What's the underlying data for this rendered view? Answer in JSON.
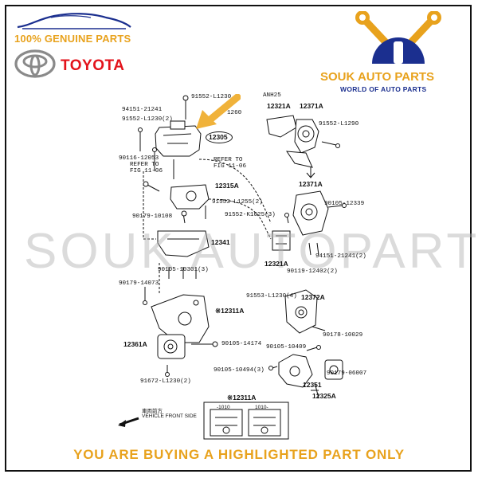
{
  "branding": {
    "genuine_text": "100% GENUINE PARTS",
    "toyota_text": "TOYOTA",
    "store_name": "SOUK AUTO PARTS",
    "store_tagline": "WORLD OF AUTO PARTS",
    "watermark": "SOUK AUTOPARTS"
  },
  "footer": {
    "text": "YOU ARE BUYING A HIGHLIGHTED PART ONLY"
  },
  "colors": {
    "gold": "#e8a21d",
    "red": "#e3131b",
    "navy": "#1b2f8f",
    "arrow": "#f0b23a"
  },
  "icons": [
    "car-silhouette-icon",
    "toyota-logo-icon",
    "wrench-logo-icon",
    "highlight-arrow-icon",
    "vehicle-front-arrow-icon"
  ],
  "labels": {
    "p91552_l1230": "91552-L1230",
    "p94151_21241": "94151-21241",
    "p91552_l1230_2": "91552-L1230(2)",
    "p_1260": "1260",
    "p12305": "12305",
    "p90116_12053": "90116-12053",
    "refer_to_1": "REFER TO",
    "fig_1": "FIG 11-06",
    "refer_to_2": "REFER TO",
    "fig_2": "FIG 11-06",
    "p12315a": "12315A",
    "p91553_l1255_2": "91553-L1255(2)",
    "p91552_k1025_3": "91552-K1025(3)",
    "p90179_10108": "90179-10108",
    "p12341": "12341",
    "p90105_10301_3": "90105-10301(3)",
    "p90179_14073": "90179-14073",
    "p12311a": "※12311A",
    "p12361a": "12361A",
    "p90105_14174": "90105-14174",
    "p91672_l1230_2": "91672-L1230(2)",
    "anh25": "ANH25",
    "p12321a_top": "12321A",
    "p12371a_top": "12371A",
    "p91552_l1290": "91552-L1290",
    "p12371a_mid": "12371A",
    "p90105_12339": "90105-12339",
    "p94151_21241_2": "94151-21241(2)",
    "p12321a_mid": "12321A",
    "p90119_12402_2": "90119-12402(2)",
    "p91553_l1230_4": "91553-L1230(4)",
    "p12372a": "12372A",
    "p90178_10029": "90178-10029",
    "p90105_10409": "90105-10409",
    "p90105_10494_3": "90105-10494(3)",
    "p90179_06007": "90179-06007",
    "p12351": "12351",
    "p12325a": "12325A",
    "inset_title": "※12311A",
    "inset_col1": "-1010",
    "inset_col2": "1010-",
    "front_jp": "車両前方",
    "front_en": "VEHICLE FRONT SIDE"
  }
}
